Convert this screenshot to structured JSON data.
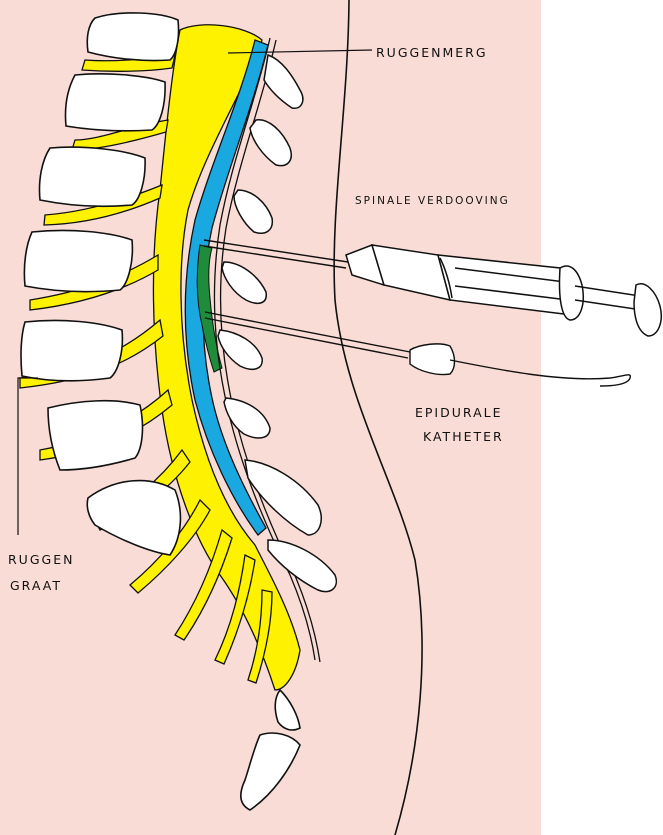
{
  "labels": {
    "ruggenmerg": "RUGGENMERG",
    "spinale_verdoving": "SPINALE VERDOOVING",
    "epidurale": "EPIDURALE",
    "katheter": "KATHETER",
    "ruggen": "RUGGEN",
    "graat": "GRAAT"
  },
  "colors": {
    "background_panel": "#f9dcd6",
    "page": "#ffffff",
    "nerves": "#fff200",
    "spinal_canal": "#1aa8e0",
    "epidural_space": "#1e8c3a",
    "bone": "#ffffff",
    "ink": "#111111"
  },
  "icons": {
    "syringe": "syringe-icon",
    "catheter": "catheter-icon"
  }
}
